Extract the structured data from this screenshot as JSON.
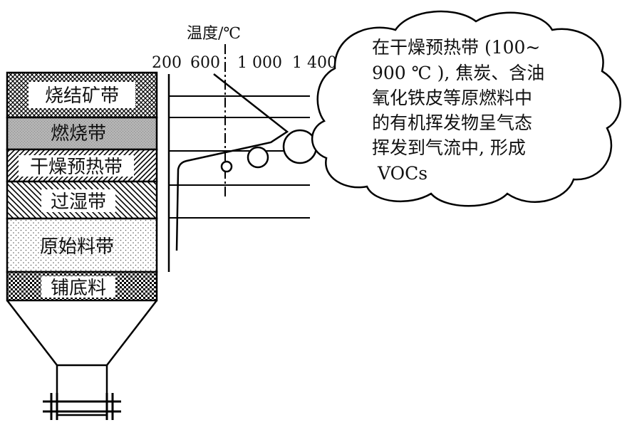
{
  "axis": {
    "title": "温度/℃",
    "ticks": [
      "200",
      "600",
      "1 000",
      "1 400"
    ]
  },
  "zones": [
    {
      "label": "烧结矿带",
      "pattern": "crosshatch"
    },
    {
      "label": "燃烧带",
      "pattern": "gray"
    },
    {
      "label": "干燥预热带",
      "pattern": "diag-fine"
    },
    {
      "label": "过湿带",
      "pattern": "diag-coarse"
    },
    {
      "label": "原始料带",
      "pattern": "dots"
    },
    {
      "label": "铺底料",
      "pattern": "checker"
    }
  ],
  "callout": {
    "lines": [
      "在干燥预热带 (100~",
      "900 ℃ ), 焦炭、含油",
      "氧化铁皮等原燃料中",
      "的有机挥发物呈气态",
      "挥发到气流中, 形成",
      "VOCs"
    ]
  }
}
